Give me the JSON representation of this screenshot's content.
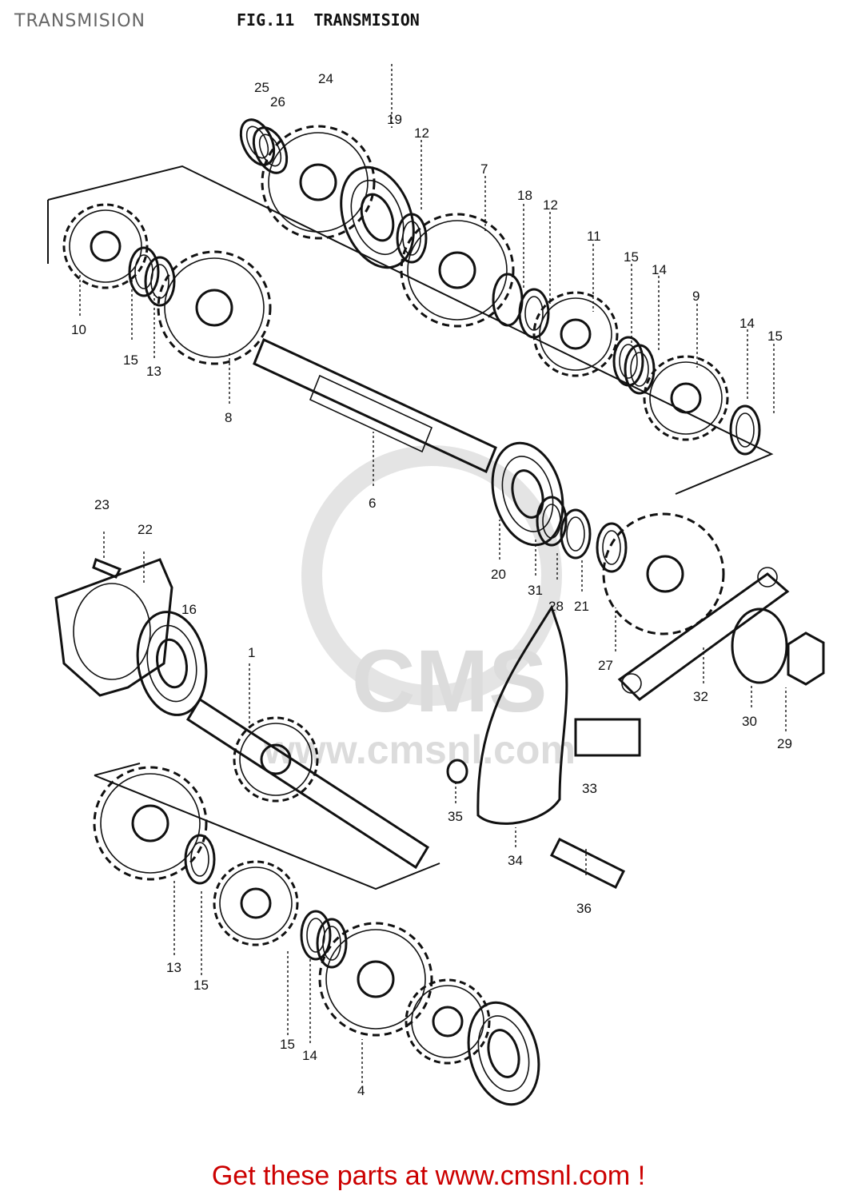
{
  "page": {
    "title": "TRANSMISION",
    "figure_title": "FIG.11  TRANSMISION",
    "footer": "Get these parts at www.cmsnl.com !"
  },
  "watermark": {
    "logo_text": "CMS",
    "url_text": "www.cmsnl.com"
  },
  "callouts": [
    "25",
    "26",
    "24",
    "19",
    "12",
    "7",
    "18",
    "12",
    "11",
    "15",
    "14",
    "9",
    "14",
    "15",
    "10",
    "15",
    "13",
    "8",
    "6",
    "23",
    "22",
    "16",
    "1",
    "20",
    "31",
    "28",
    "21",
    "27",
    "32",
    "30",
    "29",
    "33",
    "34",
    "35",
    "36",
    "13",
    "15",
    "15",
    "14",
    "4"
  ],
  "colors": {
    "footer_text": "#cc0000",
    "diagram_ink": "#111111",
    "watermark": "#dcdcdc",
    "title_text": "#666666"
  }
}
